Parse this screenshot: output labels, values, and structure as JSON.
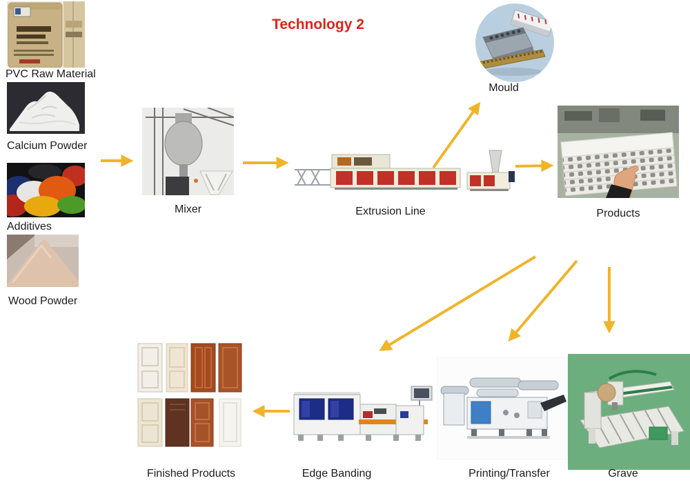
{
  "title": "Technology 2",
  "materials": [
    {
      "label": "PVC Raw Material"
    },
    {
      "label": "Calcium Powder"
    },
    {
      "label": "Additives"
    },
    {
      "label": "Wood Powder"
    }
  ],
  "stages": {
    "mixer": "Mixer",
    "extrusion_line": "Extrusion Line",
    "mould": "Mould",
    "products": "Products",
    "edge_banding": "Edge Banding",
    "printing_transfer": "Printing/Transfer",
    "grave": "Grave",
    "finished_products": "Finished Products"
  },
  "connections": [
    {
      "from": "raw-materials",
      "to": "mixer"
    },
    {
      "from": "mixer",
      "to": "extrusion-line"
    },
    {
      "from": "extrusion-line",
      "to": "mould"
    },
    {
      "from": "extrusion-line",
      "to": "products"
    },
    {
      "from": "products",
      "to": "edge-banding"
    },
    {
      "from": "products",
      "to": "printing-transfer"
    },
    {
      "from": "products",
      "to": "grave"
    },
    {
      "from": "edge-banding",
      "to": "finished-products"
    }
  ],
  "colors": {
    "arrow": "#f0b429",
    "title_red": "#d8261c",
    "grave_background": "#6cae7e",
    "mould_background": "#b9cfdf"
  }
}
